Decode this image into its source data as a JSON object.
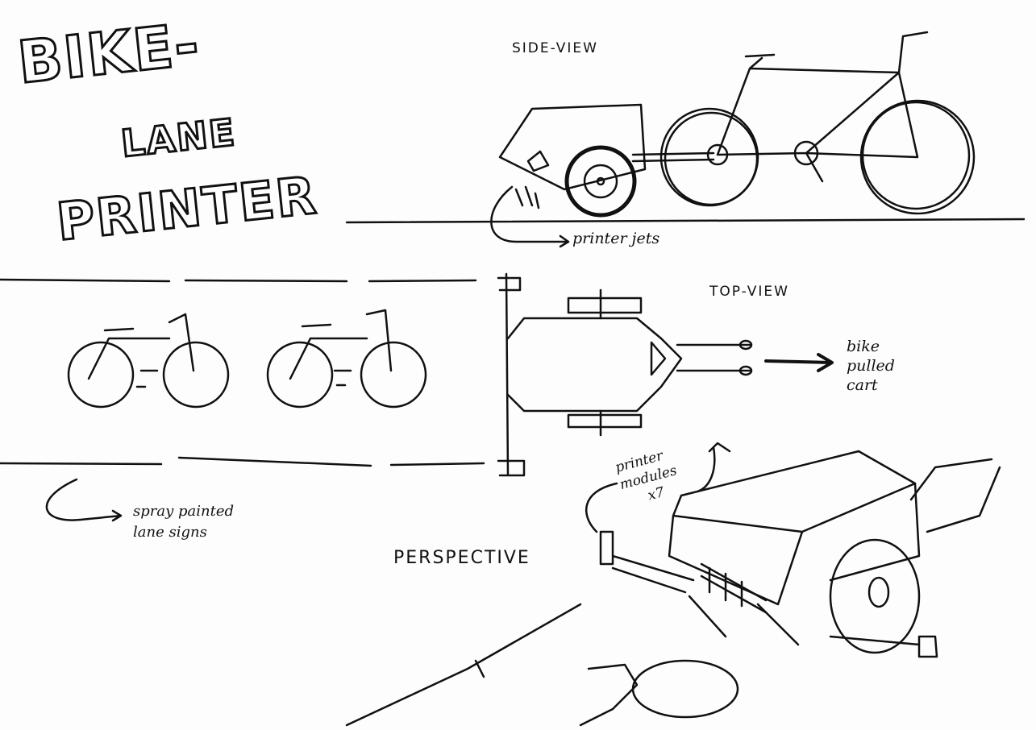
{
  "title": {
    "line1": "BIKE-",
    "line2": "LANE",
    "line3": "PRINTER"
  },
  "labels": {
    "side_view": "SIDE-VIEW",
    "top_view": "TOP-VIEW",
    "perspective": "PERSPECTIVE",
    "printer_jets": "printer jets",
    "bike_pulled_cart": [
      "bike",
      "pulled",
      "cart"
    ],
    "spray_painted": [
      "spray painted",
      "lane signs"
    ],
    "printer_modules": [
      "printer",
      "modules",
      "x7"
    ]
  },
  "colors": {
    "ink": "#111111",
    "paper": "#fdfdfd"
  }
}
